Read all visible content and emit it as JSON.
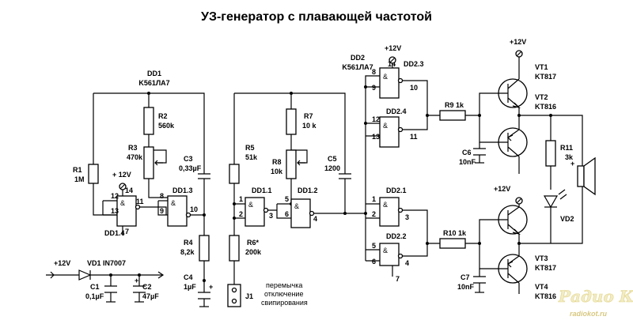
{
  "title": "УЗ-генератор с плавающей частотой",
  "dd1": {
    "name": "DD1",
    "type": "K561ЛА7"
  },
  "dd2": {
    "name": "DD2",
    "type": "K561ЛА7"
  },
  "gate_symbol": "&",
  "gates": {
    "dd11": "DD1.1",
    "dd12": "DD1.2",
    "dd13": "DD1.3",
    "dd14": "DD1.4",
    "dd21": "DD2.1",
    "dd22": "DD2.2",
    "dd23": "DD2.3",
    "dd24": "DD2.4"
  },
  "pins": {
    "p1": "1",
    "p2": "2",
    "p3": "3",
    "p4": "4",
    "p5": "5",
    "p6": "6",
    "p7": "7",
    "p8": "8",
    "p9": "9",
    "p10": "10",
    "p11": "11",
    "p12": "12",
    "p13": "13",
    "p14": "14"
  },
  "supply": "+12V",
  "supply_plus": "+ 12V",
  "resistors": {
    "r1": {
      "name": "R1",
      "value": "1M"
    },
    "r2": {
      "name": "R2",
      "value": "560k"
    },
    "r3": {
      "name": "R3",
      "value": "470k"
    },
    "r4": {
      "name": "R4",
      "value": "8,2k"
    },
    "r5": {
      "name": "R5",
      "value": "51k"
    },
    "r6": {
      "name": "R6*",
      "value": "200k"
    },
    "r7": {
      "name": "R7",
      "value": "10 k"
    },
    "r8": {
      "name": "R8",
      "value": "10k"
    },
    "r9": {
      "name": "R9 1k"
    },
    "r10": {
      "name": "R10 1k"
    },
    "r11": {
      "name": "R11",
      "value": "3k"
    }
  },
  "capacitors": {
    "c1": {
      "name": "C1",
      "value": "0,1µF"
    },
    "c2": {
      "name": "C2",
      "value": "47µF"
    },
    "c3": {
      "name": "C3",
      "value": "0,33µF"
    },
    "c4": {
      "name": "C4",
      "value": "1µF"
    },
    "c5": {
      "name": "C5",
      "value": "1200"
    },
    "c6": {
      "name": "C6",
      "value": "10nF"
    },
    "c7": {
      "name": "C7",
      "value": "10nF"
    }
  },
  "transistors": {
    "vt1": {
      "name": "VT1",
      "type": "KT817"
    },
    "vt2": {
      "name": "VT2",
      "type": "KT816"
    },
    "vt3": {
      "name": "VT3",
      "type": "KT817"
    },
    "vt4": {
      "name": "VT4",
      "type": "KT816"
    }
  },
  "diode": "VD1 IN7007",
  "led": "VD2",
  "jumper": "J1",
  "jumper_note": [
    "перемычка",
    "отключение",
    "свипирования"
  ],
  "plus_sign": "+",
  "watermark": {
    "big": "Радио КОТ",
    "small": "radiokot.ru"
  }
}
